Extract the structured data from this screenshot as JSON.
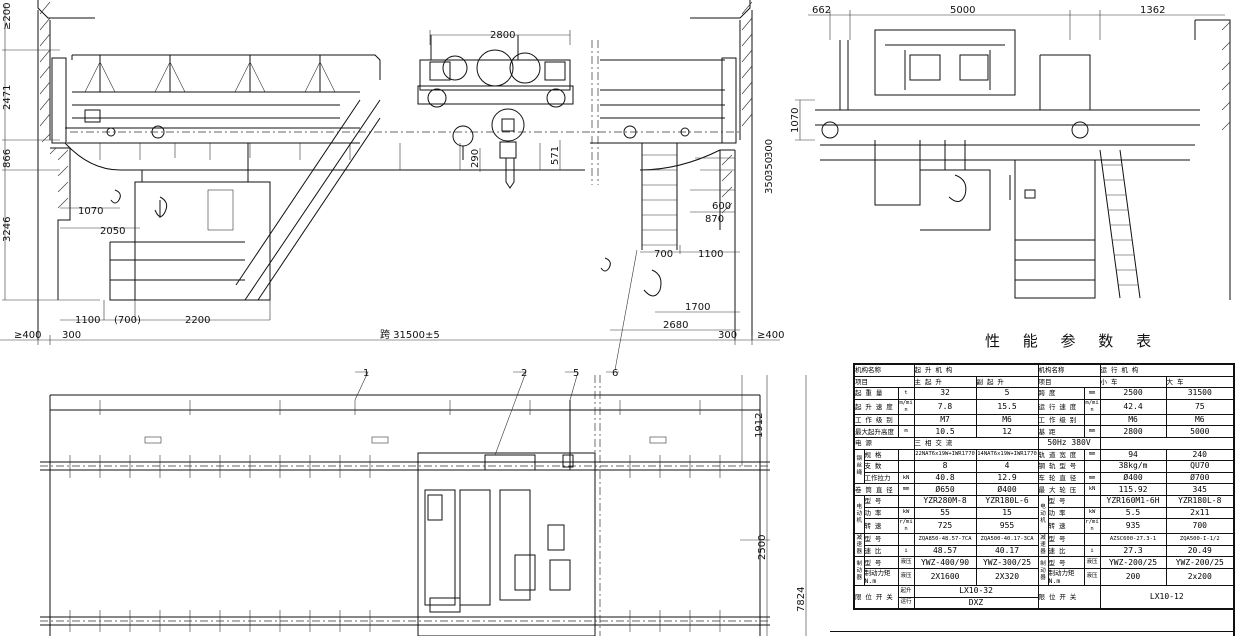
{
  "elevation": {
    "dims_left": [
      "≥200",
      "2471",
      "866",
      "3246"
    ],
    "dims_inner": [
      "1070",
      "2050",
      "1100",
      "(700)",
      "2200",
      "2800",
      "290",
      "571",
      "300",
      "350",
      "350",
      "600",
      "870",
      "700",
      "1100",
      "1700",
      "2680"
    ],
    "span_label": "跨 31500±5",
    "bottom_left": [
      "≥400",
      "300"
    ],
    "bottom_right": [
      "300",
      "≥400"
    ]
  },
  "side_view": {
    "dims_top": [
      "662",
      "5000",
      "1362"
    ],
    "dims_left": [
      "1070"
    ]
  },
  "plan_view": {
    "callouts": [
      "1",
      "2",
      "5",
      "6"
    ],
    "dims_right": [
      "1912",
      "2500",
      "7824"
    ]
  },
  "table_title": "性 能 参 数 表",
  "table": {
    "header": {
      "corner_top_left": "机构名称",
      "corner_bottom_left": "项目",
      "hoist": "起 升 机 构",
      "hoist_main": "主 起 升",
      "hoist_aux": "副 起 升",
      "corner_top_right": "机构名称",
      "corner_bottom_right": "项目",
      "travel": "运 行 机 构",
      "trolley": "小 车",
      "bridge": "大 车"
    },
    "rows": [
      {
        "g": "",
        "l": "起 重 量",
        "u": "t",
        "a": "32",
        "b": "5",
        "rg": "",
        "r": "跨 度",
        "ru": "mm",
        "c": "2500",
        "d": "31500"
      },
      {
        "g": "",
        "l": "起 升 速 度",
        "u": "m/min",
        "a": "7.8",
        "b": "15.5",
        "rg": "",
        "r": "运 行 速 度",
        "ru": "m/min",
        "c": "42.4",
        "d": "75"
      },
      {
        "g": "",
        "l": "工 作 级 别",
        "u": "",
        "a": "M7",
        "b": "M6",
        "rg": "",
        "r": "工 作 级 别",
        "ru": "",
        "c": "M6",
        "d": "M6"
      },
      {
        "g": "",
        "l": "最大起升高度",
        "u": "m",
        "a": "10.5",
        "b": "12",
        "rg": "",
        "r": "基 距",
        "ru": "mm",
        "c": "2800",
        "d": "5000"
      },
      {
        "power": true,
        "l": "电 源",
        "a": "三 相 交 流",
        "b": "50Hz  380V"
      },
      {
        "g": "钢丝绳",
        "l": "规 格",
        "u": "",
        "a": "22NAT6x19W+IWR1770",
        "b": "14NAT6x19W+IWR1770",
        "rg": "",
        "r": "轨 道 宽 度",
        "ru": "mm",
        "c": "94",
        "d": "240"
      },
      {
        "g": "钢丝绳",
        "l": "支 数",
        "u": "",
        "a": "8",
        "b": "4",
        "rg": "",
        "r": "钢 轨 型 号",
        "ru": "",
        "c": "38kg/m",
        "d": "QU70"
      },
      {
        "g": "钢丝绳",
        "l": "工作拉力",
        "u": "kN",
        "a": "40.8",
        "b": "12.9",
        "rg": "",
        "r": "车 轮 直 径",
        "ru": "mm",
        "c": "Ø400",
        "d": "Ø700"
      },
      {
        "g": "",
        "l": "卷 筒 直 径",
        "u": "mm",
        "a": "Ø650",
        "b": "Ø400",
        "rg": "",
        "r": "最 大 轮 压",
        "ru": "kN",
        "c": "115.92",
        "d": "345"
      },
      {
        "g": "电动机",
        "l": "型 号",
        "u": "",
        "a": "YZR280M-8",
        "b": "YZR180L-6",
        "rg": "电动机",
        "r": "型 号",
        "ru": "",
        "c": "YZR160M1-6H",
        "d": "YZR180L-8"
      },
      {
        "g": "电动机",
        "l": "功 率",
        "u": "kW",
        "a": "55",
        "b": "15",
        "rg": "电动机",
        "r": "功 率",
        "ru": "kW",
        "c": "5.5",
        "d": "2x11"
      },
      {
        "g": "电动机",
        "l": "转 速",
        "u": "r/min",
        "a": "725",
        "b": "955",
        "rg": "电动机",
        "r": "转 速",
        "ru": "r/min",
        "c": "935",
        "d": "700"
      },
      {
        "g": "减速器",
        "l": "型 号",
        "u": "",
        "a": "ZQA850-48.57-7CA",
        "b": "ZQA500-40.17-3CA",
        "rg": "减速器",
        "r": "型 号",
        "ru": "",
        "c": "AZSC600-27.3-1",
        "d": "ZQA500-I-1/2"
      },
      {
        "g": "减速器",
        "l": "速 比",
        "u": "i",
        "a": "48.57",
        "b": "40.17",
        "rg": "减速器",
        "r": "速 比",
        "ru": "i",
        "c": "27.3",
        "d": "20.49"
      },
      {
        "g": "制动器",
        "l": "型 号",
        "u": "液压",
        "a": "YWZ-400/90",
        "b": "YWZ-300/25",
        "rg": "制动器",
        "r": "型 号",
        "ru": "液压",
        "c": "YWZ-200/25",
        "d": "YWZ-200/25"
      },
      {
        "g": "制动器",
        "l": "制动力矩 N.m",
        "u": "液压",
        "a": "2X1600",
        "b": "2X320",
        "rg": "制动器",
        "r": "制动力矩 N.m",
        "ru": "液压",
        "c": "200",
        "d": "2x200"
      },
      {
        "limit": true,
        "l": "限 位 开 关",
        "u": "起升",
        "a": "LX10-32",
        "r": "限 位 开 关",
        "c": "LX10-12"
      },
      {
        "limit2": true,
        "u": "运行",
        "a": "DXZ"
      }
    ]
  }
}
